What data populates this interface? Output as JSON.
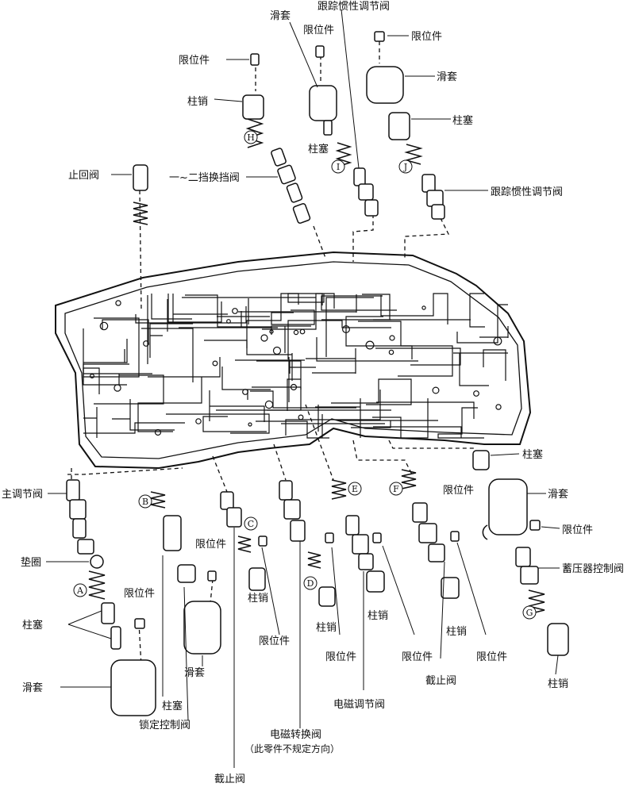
{
  "labels": {
    "huatao_top": "滑套",
    "genzong_top": "跟踪惯性调节阀",
    "xianwei_1": "限位件",
    "xianwei_2": "限位件",
    "xianwei_3": "限位件",
    "huatao_r": "滑套",
    "zhuxiao_h": "柱销",
    "zhusai_i": "柱塞",
    "zhusai_j": "柱塞",
    "zhihui": "止回阀",
    "yier": "一~二挡换挡阀",
    "genzong_r": "跟踪惯性调节阀",
    "zhusai_r2": "柱塞",
    "huatao_r2": "滑套",
    "xianwei_f": "限位件",
    "xianwei_r": "限位件",
    "xuyaqi": "蓄压器控制阀",
    "zhutiaojie": "主调节阀",
    "dianquan": "垫圈",
    "xianwei_a": "限位件",
    "xianwei_b": "限位件",
    "zhusai_a": "柱塞",
    "huatao_a": "滑套",
    "huatao_b": "滑套",
    "zhusai_b": "柱塞",
    "suoding": "锁定控制阀",
    "jiezhi_b": "截止阀",
    "zhuxiao_c": "柱销",
    "xianwei_c": "限位件",
    "zhuxiao_d": "柱销",
    "xianwei_d": "限位件",
    "zhuxiao_e": "柱销",
    "xianwei_e": "限位件",
    "dianci_tj": "电磁调节阀",
    "dianci_zh": "电磁转换阀",
    "dianci_note": "（此零件不规定方向）",
    "jiezhi_f": "截止阀",
    "zhuxiao_f": "柱销",
    "xianwei_f2": "限位件",
    "zhuxiao_g": "柱销"
  },
  "markers": {
    "A": "A",
    "B": "B",
    "C": "C",
    "D": "D",
    "E": "E",
    "F": "F",
    "G": "G",
    "H": "H",
    "I": "I",
    "J": "J"
  }
}
